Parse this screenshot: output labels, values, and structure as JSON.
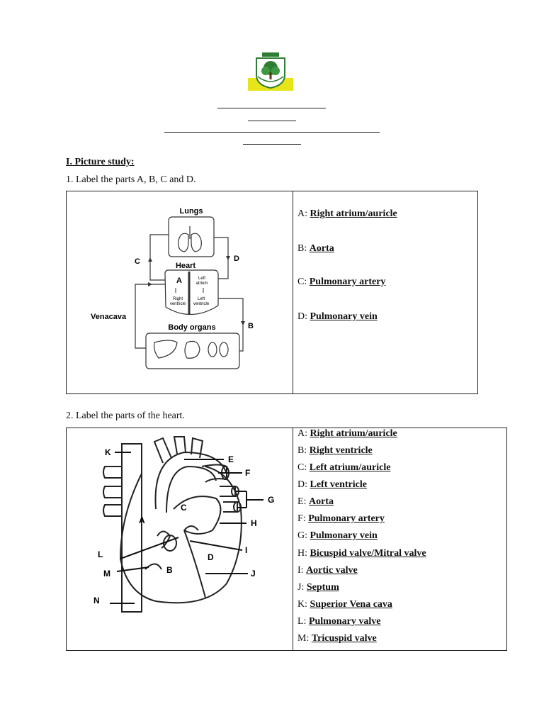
{
  "logo": {
    "colors": {
      "shield_green": "#2f7d32",
      "ribbon_yellow": "#e8e41a",
      "shield_white": "#ffffff"
    },
    "icon": "school-crest-tree-icon"
  },
  "section": {
    "title": "I. Picture study:"
  },
  "question1": {
    "prompt": "1. Label the parts A, B, C and D.",
    "diagram_labels": {
      "lungs": "Lungs",
      "heart": "Heart",
      "body_organs": "Body organs",
      "venacava": "Venacava",
      "a": "A",
      "b": "B",
      "c": "C",
      "d": "D",
      "left_atrium_1": "Left",
      "left_atrium_2": "atrium",
      "right_ventricle_1": "Right",
      "right_ventricle_2": "ventricle",
      "left_ventricle_1": "Left",
      "left_ventricle_2": "ventricle"
    },
    "answers": [
      {
        "key": "A:",
        "value": "Right atrium/auricle"
      },
      {
        "key": "B:",
        "value": "Aorta"
      },
      {
        "key": "C:",
        "value": "Pulmonary artery"
      },
      {
        "key": "D:",
        "value": "Pulmonary vein"
      }
    ]
  },
  "question2": {
    "prompt": "2. Label the parts of the heart.",
    "diagram_labels": {
      "k": "K",
      "e": "E",
      "f": "F",
      "g": "G",
      "c": "C",
      "a": "A",
      "h": "H",
      "l": "L",
      "i": "I",
      "d": "D",
      "m": "M",
      "b": "B",
      "j": "J",
      "n": "N"
    },
    "answers": [
      {
        "key": "A:",
        "value": "Right atrium/auricle"
      },
      {
        "key": "B:",
        "value": "Right ventricle"
      },
      {
        "key": "C:",
        "value": "Left atrium/auricle"
      },
      {
        "key": "D:",
        "value": "Left ventricle"
      },
      {
        "key": "E:",
        "value": "Aorta"
      },
      {
        "key": "F:",
        "value": "Pulmonary artery"
      },
      {
        "key": "G:",
        "value": "Pulmonary vein"
      },
      {
        "key": "H:",
        "value": "Bicuspid valve/Mitral valve"
      },
      {
        "key": "I:",
        "value": "Aortic valve"
      },
      {
        "key": "J:",
        "value": "Septum"
      },
      {
        "key": "K:",
        "value": "Superior Vena cava"
      },
      {
        "key": "L:",
        "value": "Pulmonary valve"
      },
      {
        "key": "M:",
        "value": "Tricuspid valve"
      }
    ]
  }
}
